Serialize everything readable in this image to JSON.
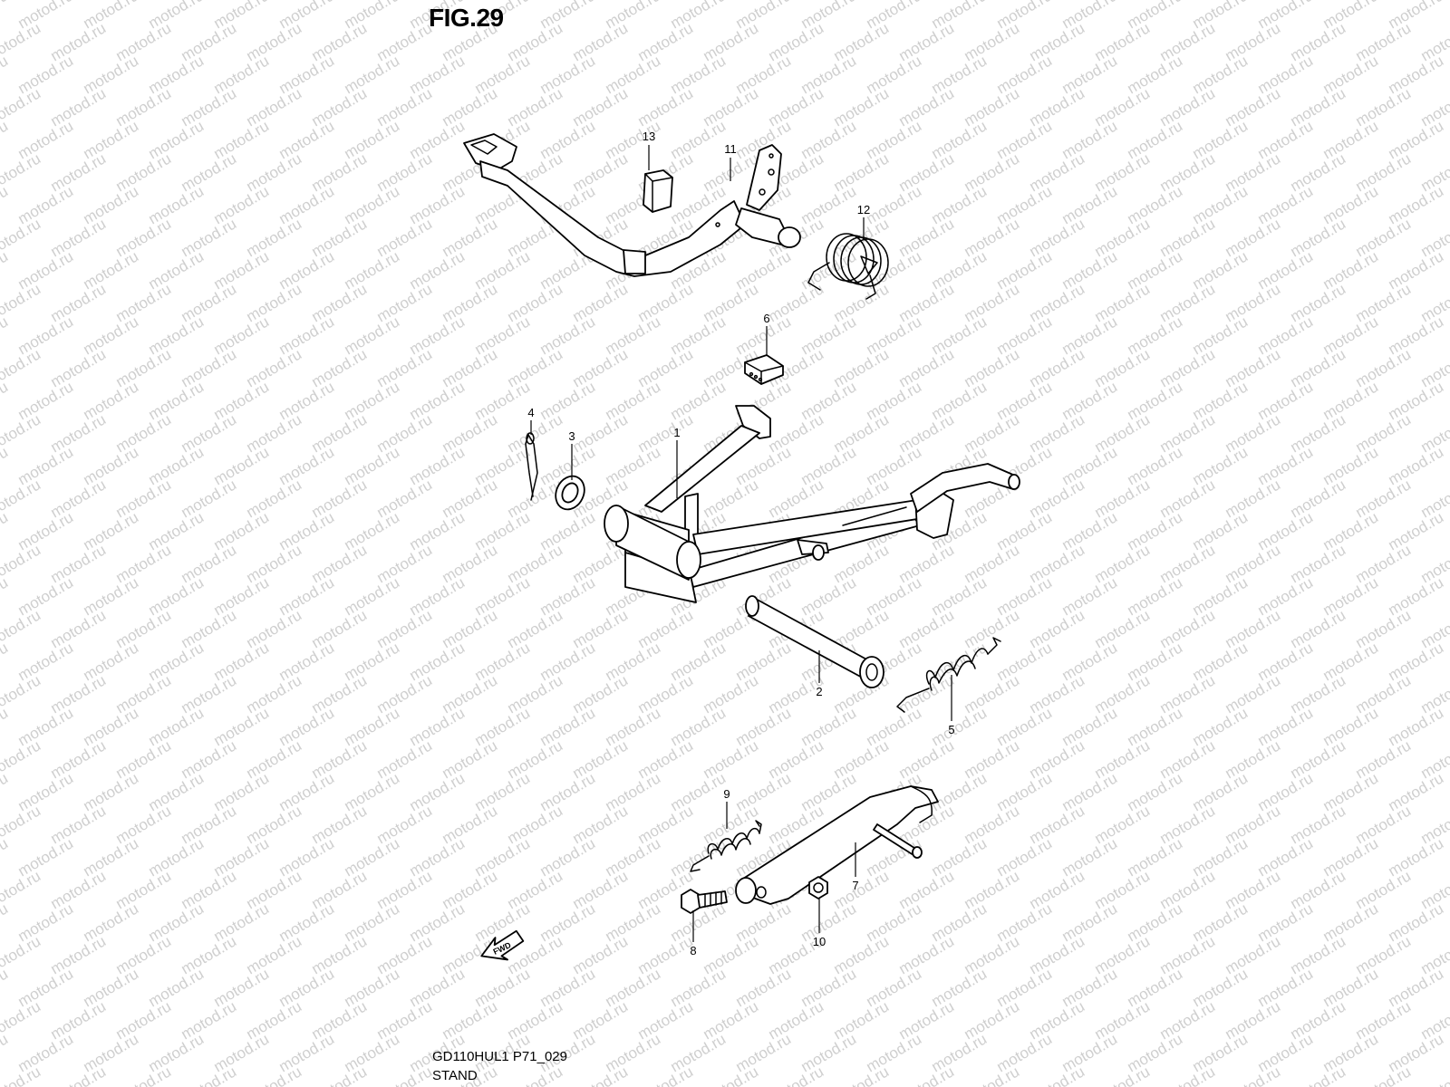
{
  "figure_title": "FIG.29",
  "diagram_code": "GD110HUL1 P71_029",
  "diagram_caption": "STAND",
  "watermark_text": "motod.ru",
  "fwd_arrow_label": "FWD",
  "callouts": {
    "p1": "1",
    "p2": "2",
    "p3": "3",
    "p4": "4",
    "p5": "5",
    "p6": "6",
    "p7": "7",
    "p8": "8",
    "p9": "9",
    "p10": "10",
    "p11": "11",
    "p12": "12",
    "p13": "13"
  }
}
